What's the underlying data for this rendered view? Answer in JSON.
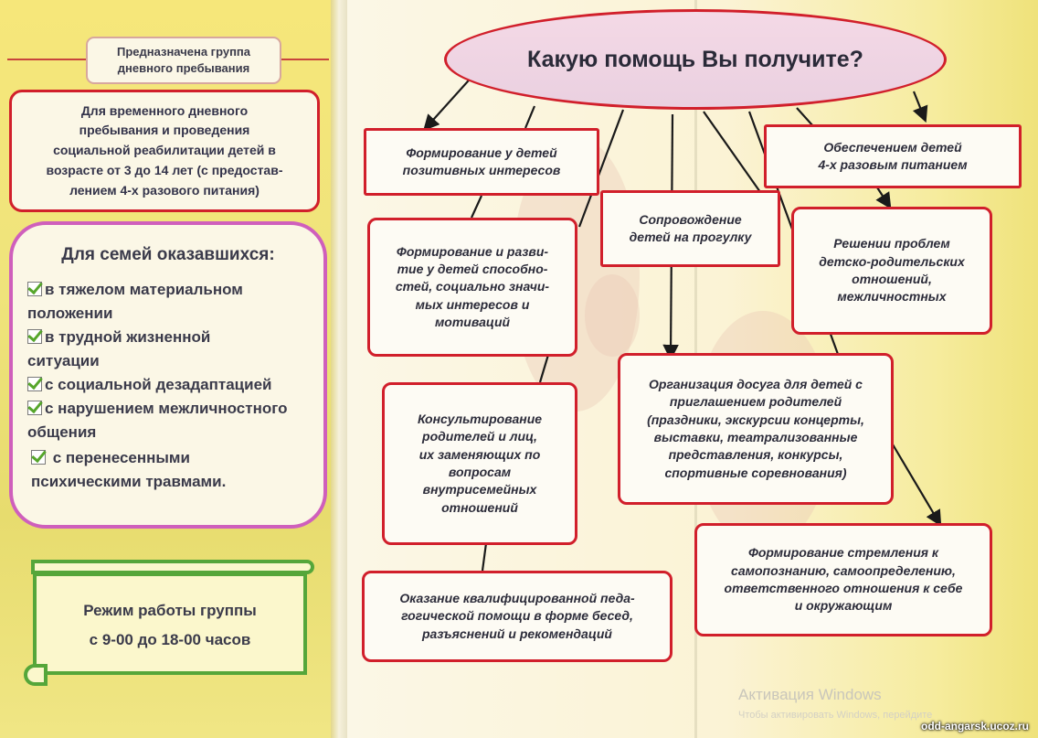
{
  "left_panel": {
    "header": "Предназначена группа\nдневного пребывания",
    "purpose": "Для временного дневного\nпребывания и проведения\nсоциальной  реабилитации детей в\nвозрасте от 3 до 14 лет  (с предостав-\nлением 4-х разового питания)",
    "families_title": "Для семей оказавшихся:",
    "families_items": [
      "в тяжелом материальном\n          положении",
      "в трудной жизненной\n          ситуации",
      "с социальной дезадаптацией",
      "с нарушением межличностного\n          общения",
      " с перенесенными\n          психическими  травмами."
    ],
    "schedule": "Режим работы группы\nс 9-00 до 18-00 часов"
  },
  "diagram": {
    "title": "Какую помощь Вы получите?",
    "nodes": [
      "Формирование у детей\nпозитивных интересов",
      "Формирование и разви-\nтие у детей способно-\nстей, социально значи-\nмых  интересов и\nмотиваций",
      "Консультирование\nродителей и лиц,\nих заменяющих по\nвопросам\nвнутрисемейных\nотношений",
      "Оказание квалифицированной педа-\nгогической помощи в форме бесед,\nразъяснений и рекомендаций",
      "Сопровождение\nдетей на прогулку",
      "Обеспечением детей\n4-х разовым питанием",
      "Решении проблем\nдетско-родительских\nотношений,\nмежличностных",
      "Организация досуга для детей с\nприглашением родителей\n(праздники, экскурсии концерты,\nвыставки, театрализованные\nпредставления, конкурсы,\nспортивные соревнования)",
      "Формирование стремления к\nсамопознанию, самоопределению,\nответственного отношения к себе\nи окружающим"
    ]
  },
  "watermark": {
    "line1": "Активация Windows",
    "line2": "Чтобы активировать Windows, перейдите"
  },
  "footer_url": "odd-angarsk.ucoz.ru",
  "colors": {
    "box_border": "#d11f2b",
    "families_border": "#cf5fbc",
    "scroll_border": "#55a63a",
    "check_mark": "#56a62b",
    "ellipse_fill": "#f4d9e6"
  }
}
